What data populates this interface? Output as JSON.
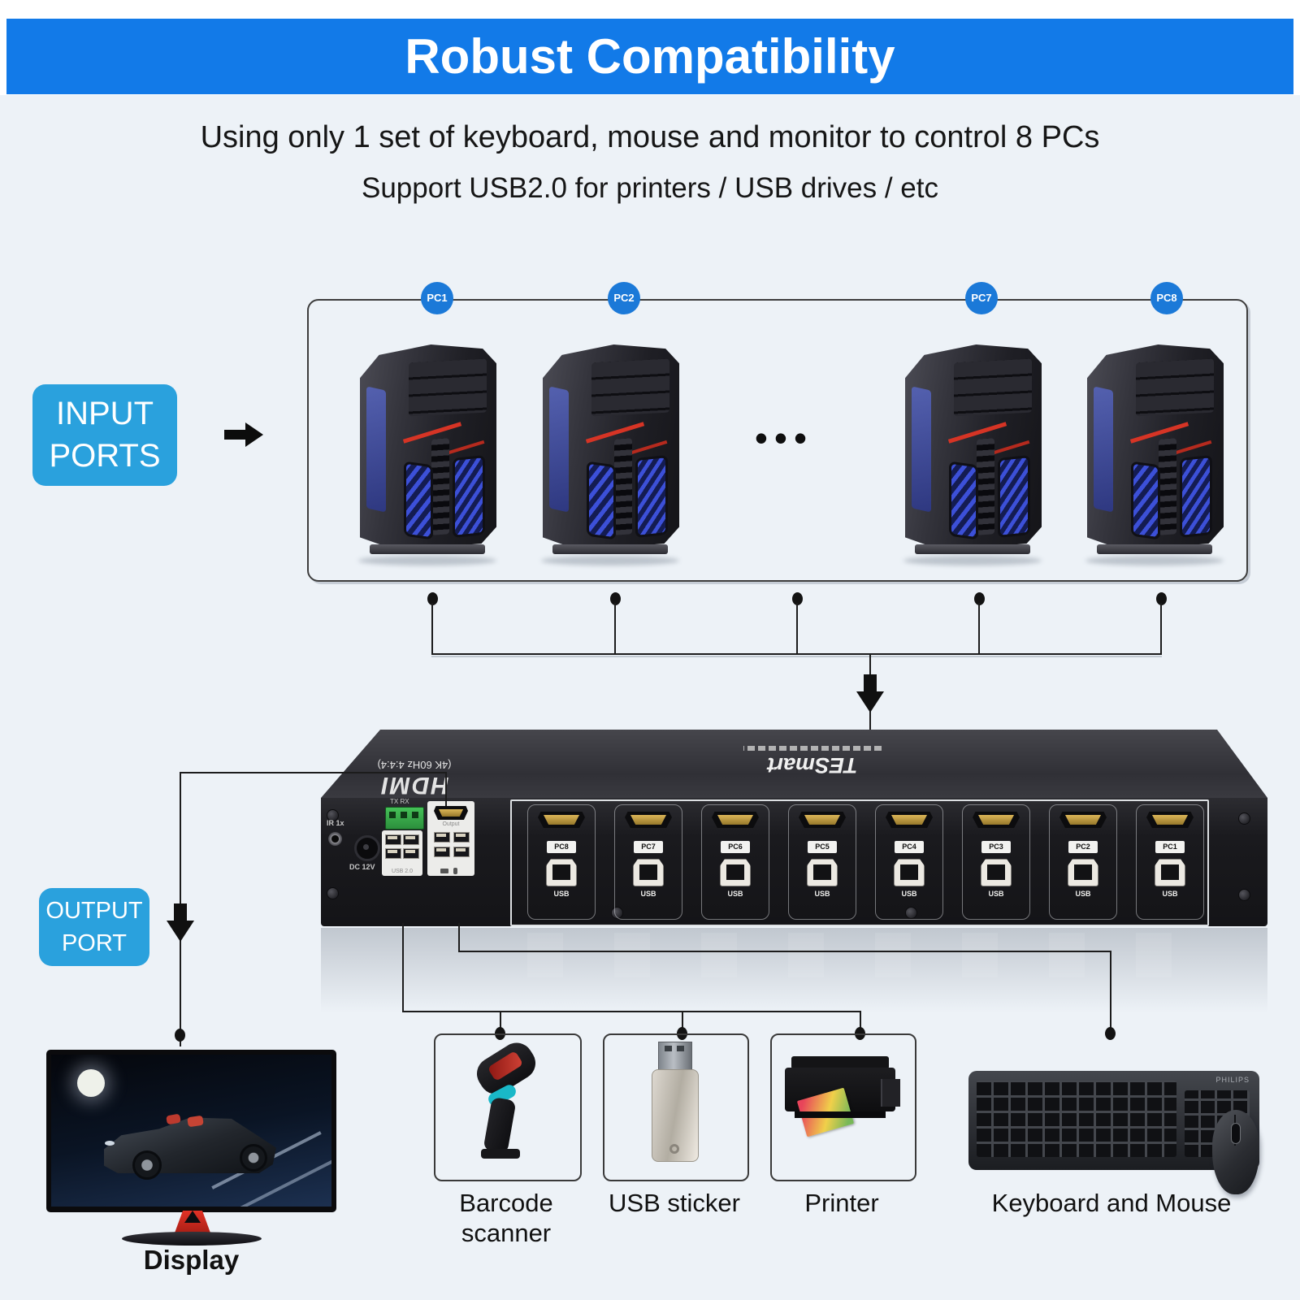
{
  "page": {
    "background": "#edf2f7",
    "header_blue": "#127ae8",
    "io_badge_blue": "#2aa1dd",
    "pc_badge_blue": "#1b79d8",
    "line_color": "#1c1c1c"
  },
  "header": {
    "title": "Robust Compatibility"
  },
  "intro": {
    "line1": "Using only 1 set of keyboard, mouse and monitor to control 8 PCs",
    "line2": "Support USB2.0 for printers / USB drives / etc"
  },
  "badges": {
    "input": {
      "line1": "INPUT",
      "line2": "PORTS"
    },
    "output": {
      "line1": "OUTPUT",
      "line2": "PORT"
    }
  },
  "pc_group": {
    "badges": [
      {
        "label": "PC1"
      },
      {
        "label": "PC2"
      },
      {
        "label": "PC7"
      },
      {
        "label": "PC8"
      }
    ],
    "more_pcs_ellipsis": "•••"
  },
  "kvm": {
    "brand": "TESmart",
    "top_label_hdmi": "HDMI",
    "top_label_spec": "(4K 60Hz 4:4:4)",
    "rear_labels": {
      "ir": "IR 1x",
      "power": "DC 12V",
      "serial": "TX RX",
      "hdmi_output": "Output",
      "usb20": "USB 2.0"
    },
    "ports": [
      {
        "pc_label": "PC8",
        "usb_label": "USB"
      },
      {
        "pc_label": "PC7",
        "usb_label": "USB"
      },
      {
        "pc_label": "PC6",
        "usb_label": "USB"
      },
      {
        "pc_label": "PC5",
        "usb_label": "USB"
      },
      {
        "pc_label": "PC4",
        "usb_label": "USB"
      },
      {
        "pc_label": "PC3",
        "usb_label": "USB"
      },
      {
        "pc_label": "PC2",
        "usb_label": "USB"
      },
      {
        "pc_label": "PC1",
        "usb_label": "USB"
      }
    ]
  },
  "peripherals": {
    "display": {
      "label": "Display"
    },
    "barcode": {
      "label_line1": "Barcode",
      "label_line2": "scanner"
    },
    "usb_sticker": {
      "label": "USB sticker"
    },
    "printer": {
      "label": "Printer"
    },
    "keyboard_mouse": {
      "label": "Keyboard and Mouse",
      "keyboard_brand": "PHILIPS"
    }
  }
}
